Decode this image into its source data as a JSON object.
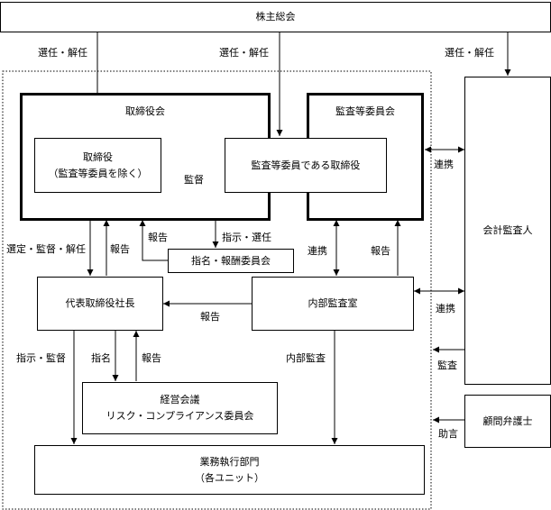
{
  "nodes": {
    "shareholders": "株主総会",
    "board": "取締役会",
    "directors_line1": "取締役",
    "directors_line2": "（監査等委員を除く）",
    "audit_committee": "監査等委員会",
    "audit_directors": "監査等委員である取締役",
    "nomination_committee": "指名・報酬委員会",
    "president": "代表取締役社長",
    "internal_audit": "内部監査室",
    "auditor": "会計監査人",
    "mgmt_line1": "経営会議",
    "mgmt_line2": "リスク・コンプライアンス委員会",
    "advisor": "顧問弁護士",
    "exec_line1": "業務執行部門",
    "exec_line2": "（各ユニット）"
  },
  "edge_labels": {
    "elect_dismiss_board": "選任・解任",
    "elect_dismiss_audit": "選任・解任",
    "elect_dismiss_auditor": "選任・解任",
    "supervise": "監督",
    "cooperate_audit_auditor": "連携",
    "select_supervise_dismiss": "選定・監督・解任",
    "report_president_board": "報告",
    "report_nomination": "報告",
    "instruct_elect": "指示・選任",
    "cooperate_audit_internal": "連携",
    "report_internal_audit": "報告",
    "cooperate_internal_auditor": "連携",
    "report_internal_president": "報告",
    "instruct_supervise": "指示・監督",
    "nominate": "指名",
    "report_mgmt": "報告",
    "internal_audit_label": "内部監査",
    "audit": "監査",
    "advice": "助言"
  }
}
